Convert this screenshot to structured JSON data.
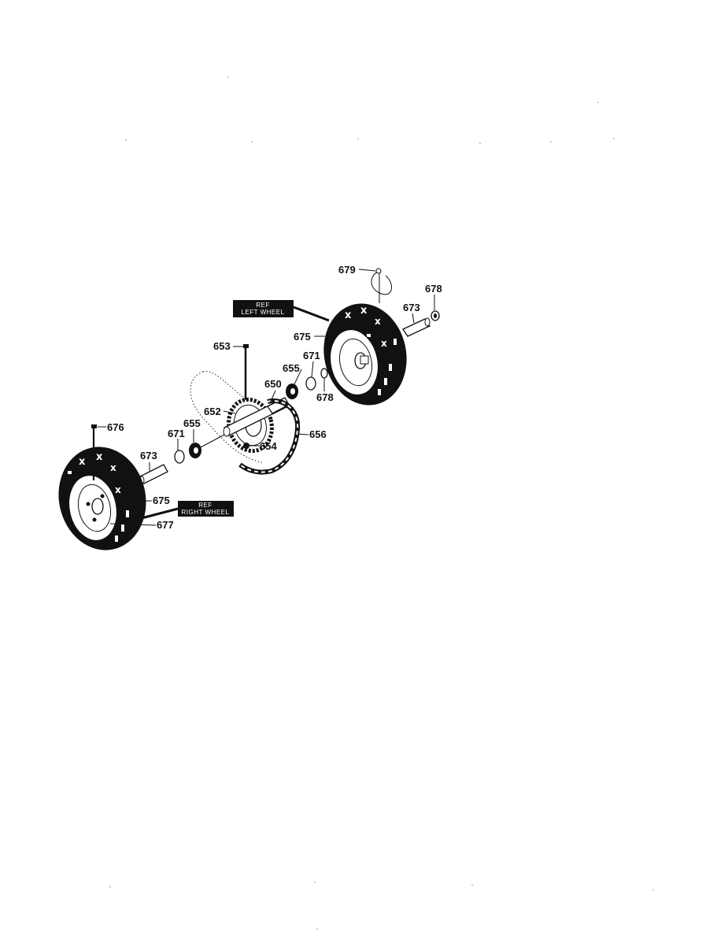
{
  "labels": {
    "p679": "679",
    "p678_top": "678",
    "p673_top": "673",
    "p675_top": "675",
    "p653": "653",
    "p671_top": "671",
    "p655_top": "655",
    "p650": "650",
    "p678_mid": "678",
    "p652": "652",
    "p656": "656",
    "p654": "654",
    "p676": "676",
    "p655_bot": "655",
    "p671_bot": "671",
    "p673_bot": "673",
    "p675_bot": "675",
    "p677": "677"
  },
  "refs": {
    "left_wheel": {
      "line1": "REF",
      "line2": "LEFT WHEEL"
    },
    "right_wheel": {
      "line1": "REF",
      "line2": "RIGHT WHEEL"
    }
  },
  "colors": {
    "ink": "#111111",
    "paper": "#ffffff"
  }
}
